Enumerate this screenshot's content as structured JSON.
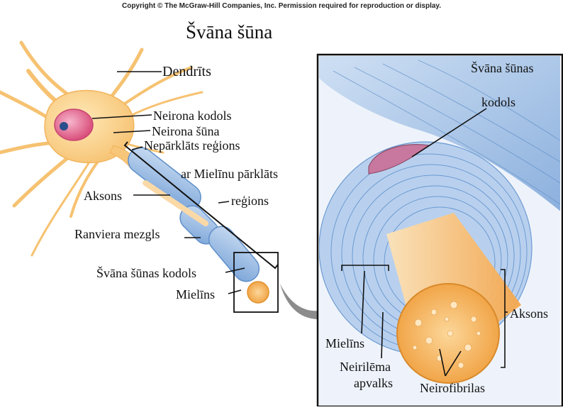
{
  "copyright": "Copyright © The McGraw-Hill Companies, Inc. Permission required for reproduction or display.",
  "title": "Švāna šūna",
  "labels": {
    "dendrites": "Dendrīts",
    "neuron_nucleus": "Neirona kodols",
    "neuron_cell": "Neirona šūna",
    "unmyelinated_region": "Nepārklāts reģions",
    "myelinated_region_line1": "ar Mielīnu pārklāts",
    "myelinated_region_line2": "reģions",
    "axon": "Aksons",
    "node_of_ranvier": "Ranviera mezgls",
    "schwann_nucleus": "Švāna šūnas kodols",
    "myelin": "Mielīns"
  },
  "inset_labels": {
    "schwann_cells_line1": "Švāna šūnas",
    "schwann_cells_line2": "kodols",
    "myelin": "Mielīns",
    "neurilemma_line1": "Neirilēma",
    "neurilemma_line2": "apvalks",
    "neurofibrils": "Neirofibrilas",
    "axon": "Aksons"
  },
  "colors": {
    "cell_body": "#f7c679",
    "nucleus": "#e66f96",
    "axon_core": "#f5a64a",
    "myelin_blue": "#8fb6e4",
    "line": "#111111",
    "arrow": "#8c8c8c"
  }
}
